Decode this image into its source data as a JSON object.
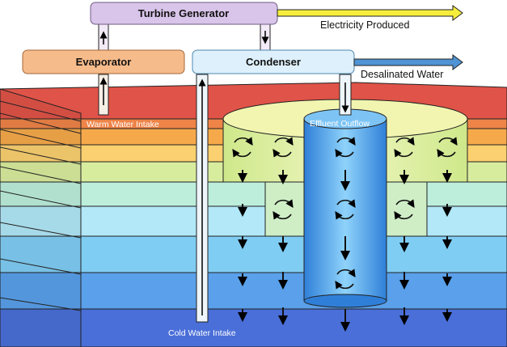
{
  "boxes": {
    "turbine": "Turbine Generator",
    "evaporator": "Evaporator",
    "condenser": "Condenser"
  },
  "outputs": {
    "electricity": "Electricity Produced",
    "desalinated": "Desalinated Water"
  },
  "labels": {
    "warm_intake": "Warm Water Intake",
    "effluent": "Effluent Outflow",
    "cold_intake": "Cold Water Intake"
  },
  "colors": {
    "turbine_box": "#d9c4ea",
    "evaporator_box": "#f6bb8a",
    "condenser_box": "#ddf0fb",
    "electricity_arrow": "#f6ee3c",
    "desalinated_arrow": "#4f94d4",
    "ocean_layers": [
      "#e05348",
      "#ee8448",
      "#f6a94b",
      "#fad070",
      "#d8ec9e",
      "#bdeedc",
      "#b2e8f8",
      "#80cdf4",
      "#5aa0ea",
      "#4a6fd8"
    ]
  },
  "icons": [
    "recirculation-icon",
    "down-arrow-icon",
    "up-arrow-icon",
    "right-arrow-icon"
  ]
}
